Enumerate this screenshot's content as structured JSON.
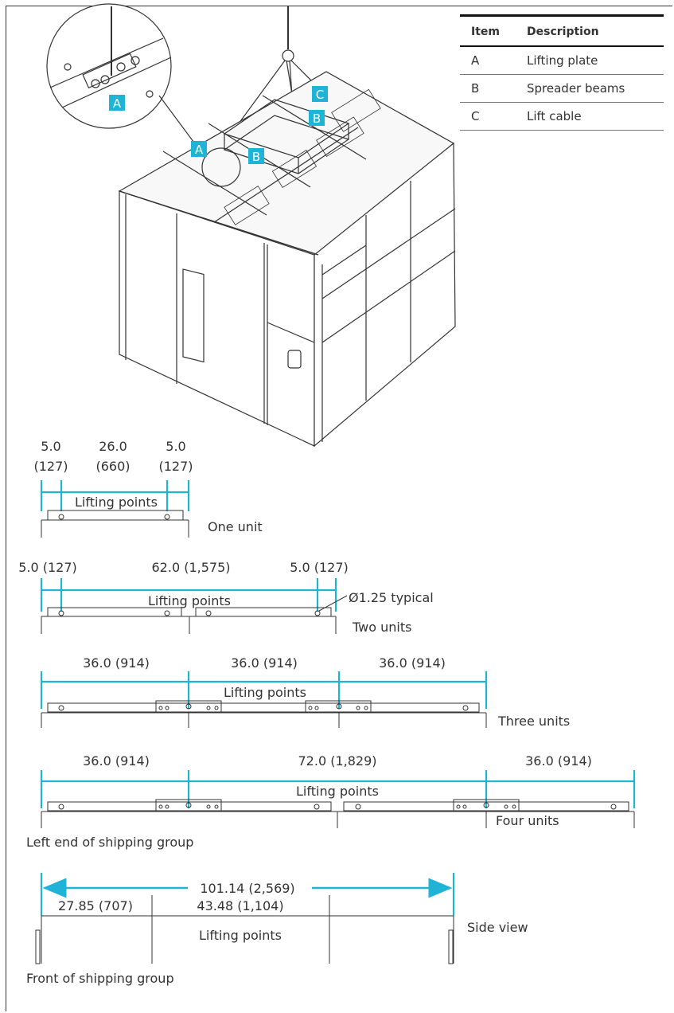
{
  "legend": {
    "header_item": "Item",
    "header_description": "Description",
    "rows": [
      {
        "item": "A",
        "description": "Lifting plate"
      },
      {
        "item": "B",
        "description": "Spreader beams"
      },
      {
        "item": "C",
        "description": "Lift cable"
      }
    ]
  },
  "callouts": {
    "a": "A",
    "b": "B",
    "c": "C"
  },
  "colors": {
    "accent": "#1fb3d6",
    "line": "#333333",
    "callout_bg": "#1fb3d6"
  },
  "one_unit": {
    "dim1": "5.0",
    "dim1_mm": "(127)",
    "dim2": "26.0",
    "dim2_mm": "(660)",
    "dim3": "5.0",
    "dim3_mm": "(127)",
    "label": "Lifting points",
    "caption": "One unit"
  },
  "two_units": {
    "dim1": "5.0 (127)",
    "dim2": "62.0 (1,575)",
    "dim3": "5.0 (127)",
    "label": "Lifting points",
    "hole_note": "Ø1.25 typical",
    "caption": "Two units"
  },
  "three_units": {
    "dim1": "36.0 (914)",
    "dim2": "36.0 (914)",
    "dim3": "36.0 (914)",
    "label": "Lifting points",
    "caption": "Three units"
  },
  "four_units": {
    "dim1": "36.0 (914)",
    "dim2": "72.0 (1,829)",
    "dim3": "36.0 (914)",
    "label": "Lifting points",
    "caption": "Four units",
    "note": "Left end of shipping group"
  },
  "side_view": {
    "overall": "101.14 (2,569)",
    "dim1": "27.85 (707)",
    "dim2": "43.48 (1,104)",
    "label": "Lifting points",
    "caption": "Side view",
    "note": "Front of shipping group"
  }
}
